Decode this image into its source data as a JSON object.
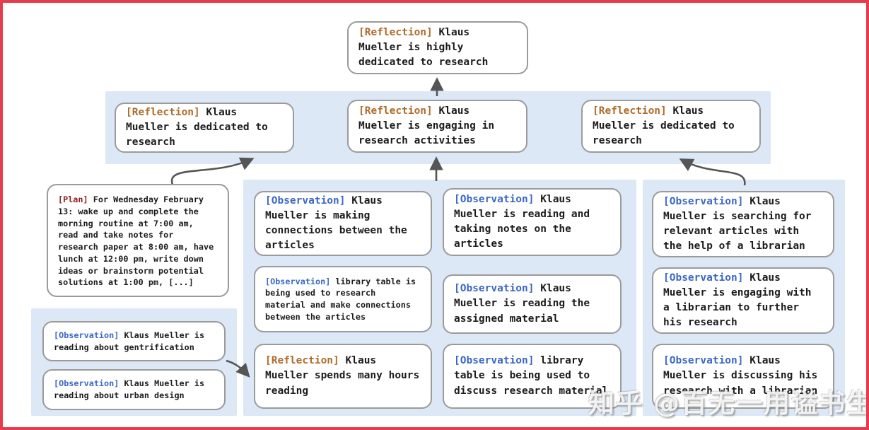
{
  "nodes": {
    "root": {
      "tag": "[Reflection]",
      "text": "Klaus Mueller is highly dedicated to research"
    },
    "reflection_left": {
      "tag": "[Reflection]",
      "text": "Klaus Mueller is dedicated to research"
    },
    "reflection_mid": {
      "tag": "[Reflection]",
      "text": "Klaus Mueller is engaging in research activities"
    },
    "reflection_right": {
      "tag": "[Reflection]",
      "text": "Klaus Mueller is dedicated to research"
    },
    "plan": {
      "tag": "[Plan]",
      "text": "For Wednesday February 13: wake up and complete the morning routine at 7:00 am, read and take notes for research paper at 8:00 am, have lunch at 12:00 pm, write down ideas or brainstorm potential solutions at 1:00 pm, [...]"
    },
    "obs_gentrification": {
      "tag": "[Observation]",
      "text": "Klaus Mueller is reading about gentrification"
    },
    "obs_urban_design": {
      "tag": "[Observation]",
      "text": "Klaus Mueller is reading about urban design"
    },
    "obs_connections": {
      "tag": "[Observation]",
      "text": "Klaus Mueller is making connections between the articles"
    },
    "obs_library_research": {
      "tag": "[Observation]",
      "text": "library table is being used to research material and make connections between the articles"
    },
    "reflection_hours": {
      "tag": "[Reflection]",
      "text": "Klaus Mueller spends many hours reading"
    },
    "obs_taking_notes": {
      "tag": "[Observation]",
      "text": "Klaus Mueller is reading and taking notes on the articles"
    },
    "obs_assigned_material": {
      "tag": "[Observation]",
      "text": "Klaus Mueller is reading the assigned material"
    },
    "obs_library_discuss": {
      "tag": "[Observation]",
      "text": "library table is being used to discuss research material"
    },
    "obs_searching_articles": {
      "tag": "[Observation]",
      "text": "Klaus Mueller is searching for relevant articles with the help of a librarian"
    },
    "obs_engaging_librarian": {
      "tag": "[Observation]",
      "text": "Klaus Mueller is engaging with a librarian to further his research"
    },
    "obs_discussing_librarian": {
      "tag": "[Observation]",
      "text": "Klaus Mueller is discussing his research with a librarian"
    }
  },
  "watermark": {
    "brand": "知乎",
    "handle": "@百无一用谥书生"
  },
  "colors": {
    "frame": "#e63c4c",
    "panel_bg": "#dce8f6",
    "box_border": "#9b9b9b",
    "reflection_tag": "#b06a28",
    "observation_tag": "#3a68c6",
    "plan_tag": "#8f1d1d",
    "arrow": "#555555",
    "body_text": "#1c1c1c"
  }
}
